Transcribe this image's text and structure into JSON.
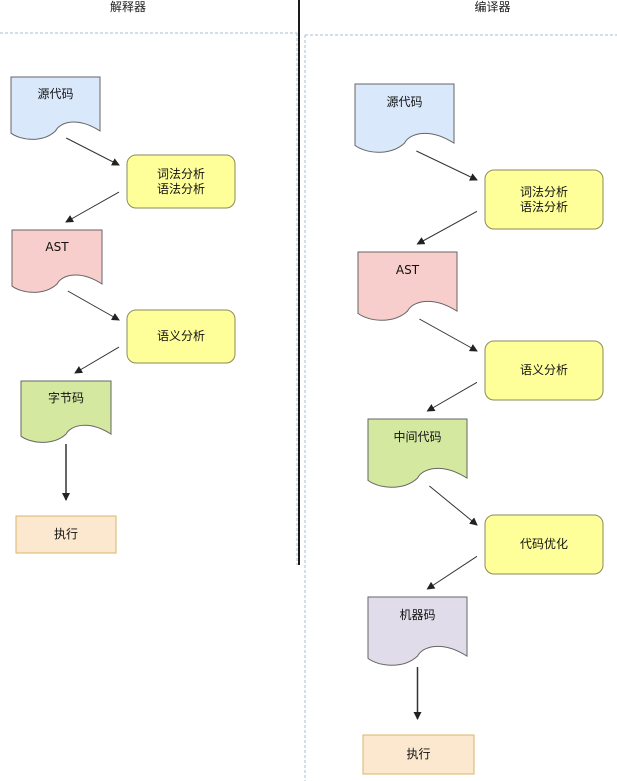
{
  "lanes": [
    {
      "id": "interpreter",
      "title": "解释器",
      "nodes": [
        {
          "id": "source",
          "label": "源代码",
          "shape": "document",
          "color": "#dae8fc"
        },
        {
          "id": "lex-parse",
          "label": "词法分析\n语法分析",
          "shape": "process",
          "color": "#ffff99"
        },
        {
          "id": "ast",
          "label": "AST",
          "shape": "document",
          "color": "#f8cecc"
        },
        {
          "id": "semantic",
          "label": "语义分析",
          "shape": "process",
          "color": "#ffff99"
        },
        {
          "id": "bytecode",
          "label": "字节码",
          "shape": "document",
          "color": "#d5e8a0"
        },
        {
          "id": "execute",
          "label": "执行",
          "shape": "rect",
          "color": "#fce7cf"
        }
      ],
      "edges": [
        [
          "source",
          "lex-parse"
        ],
        [
          "lex-parse",
          "ast"
        ],
        [
          "ast",
          "semantic"
        ],
        [
          "semantic",
          "bytecode"
        ],
        [
          "bytecode",
          "execute"
        ]
      ]
    },
    {
      "id": "compiler",
      "title": "编译器",
      "nodes": [
        {
          "id": "source",
          "label": "源代码",
          "shape": "document",
          "color": "#dae8fc"
        },
        {
          "id": "lex-parse",
          "label": "词法分析\n语法分析",
          "shape": "process",
          "color": "#ffff99"
        },
        {
          "id": "ast",
          "label": "AST",
          "shape": "document",
          "color": "#f8cecc"
        },
        {
          "id": "semantic",
          "label": "语义分析",
          "shape": "process",
          "color": "#ffff99"
        },
        {
          "id": "ir",
          "label": "中间代码",
          "shape": "document",
          "color": "#d5e8a0"
        },
        {
          "id": "optimize",
          "label": "代码优化",
          "shape": "process",
          "color": "#ffff99"
        },
        {
          "id": "machine-code",
          "label": "机器码",
          "shape": "document",
          "color": "#e1dcea"
        },
        {
          "id": "execute",
          "label": "执行",
          "shape": "rect",
          "color": "#fce7cf"
        }
      ],
      "edges": [
        [
          "source",
          "lex-parse"
        ],
        [
          "lex-parse",
          "ast"
        ],
        [
          "ast",
          "semantic"
        ],
        [
          "semantic",
          "ir"
        ],
        [
          "ir",
          "optimize"
        ],
        [
          "optimize",
          "machine-code"
        ],
        [
          "machine-code",
          "execute"
        ]
      ]
    }
  ],
  "colors": {
    "divider": "#1a1a1a",
    "dashed": "#a9bcd6",
    "border": "#666666",
    "process_border": "#8a8a5a",
    "execute_border": "#d9b56a",
    "arrow": "#333333"
  }
}
